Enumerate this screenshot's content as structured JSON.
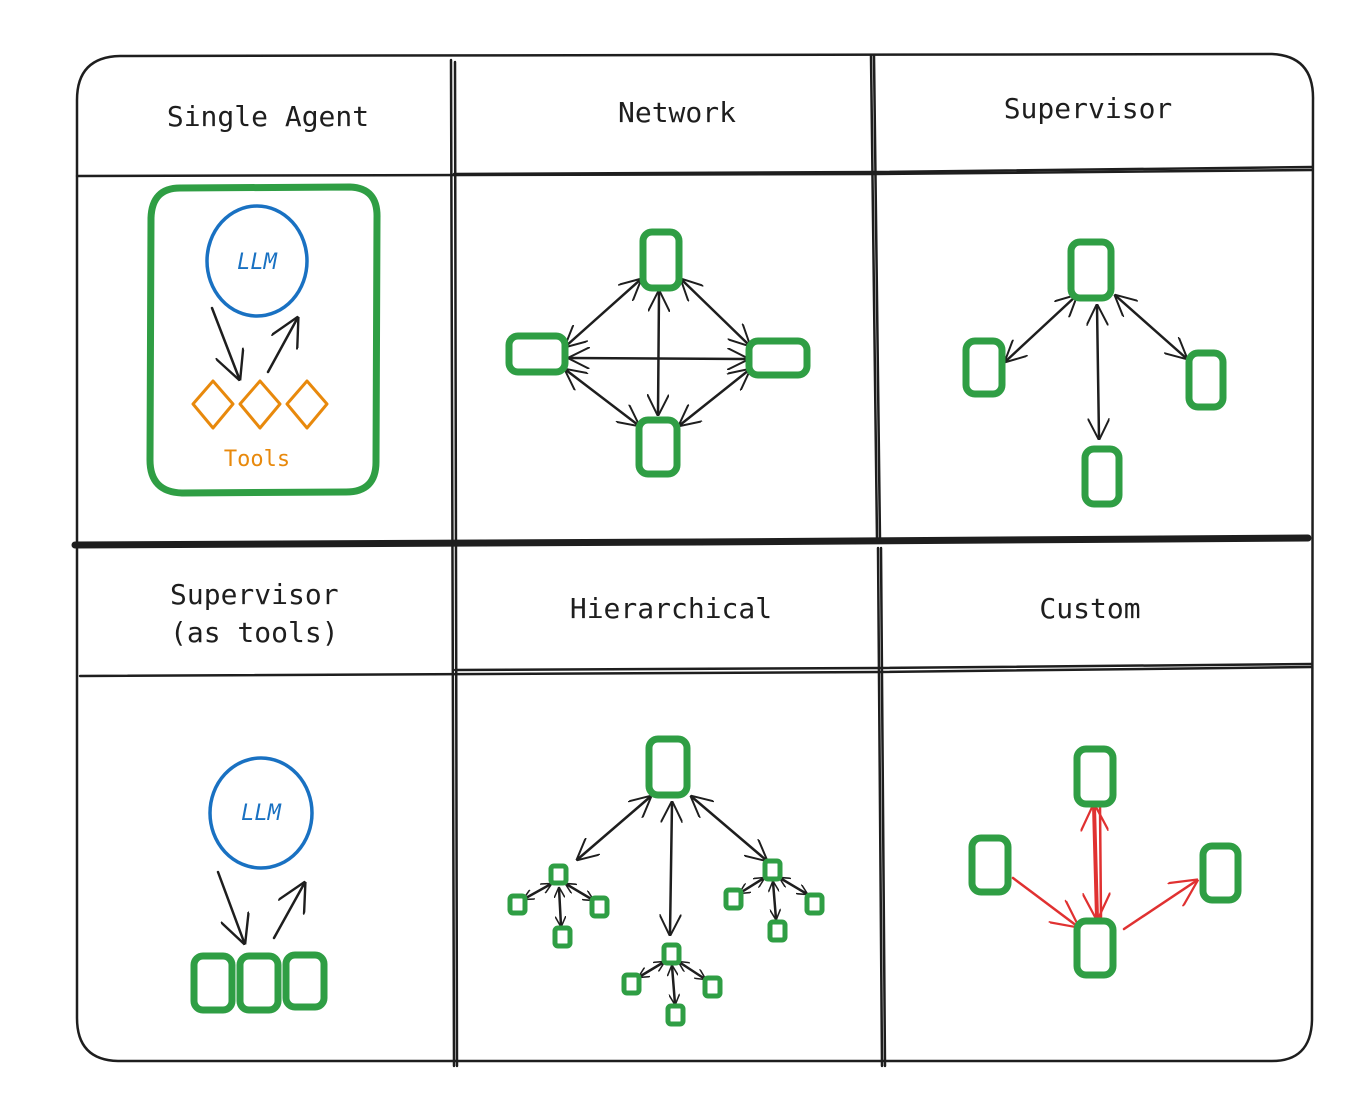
{
  "headers": {
    "single_agent": "Single Agent",
    "network": "Network",
    "supervisor": "Supervisor",
    "supervisor_tools_line1": "Supervisor",
    "supervisor_tools_line2": "(as tools)",
    "hierarchical": "Hierarchical",
    "custom": "Custom"
  },
  "labels": {
    "llm": "LLM",
    "tools": "Tools"
  },
  "colors": {
    "agent": "#2f9e44",
    "llm": "#1971c2",
    "tools": "#e8890c",
    "custom_edges": "#e03131",
    "ink": "#1e1e1e"
  }
}
